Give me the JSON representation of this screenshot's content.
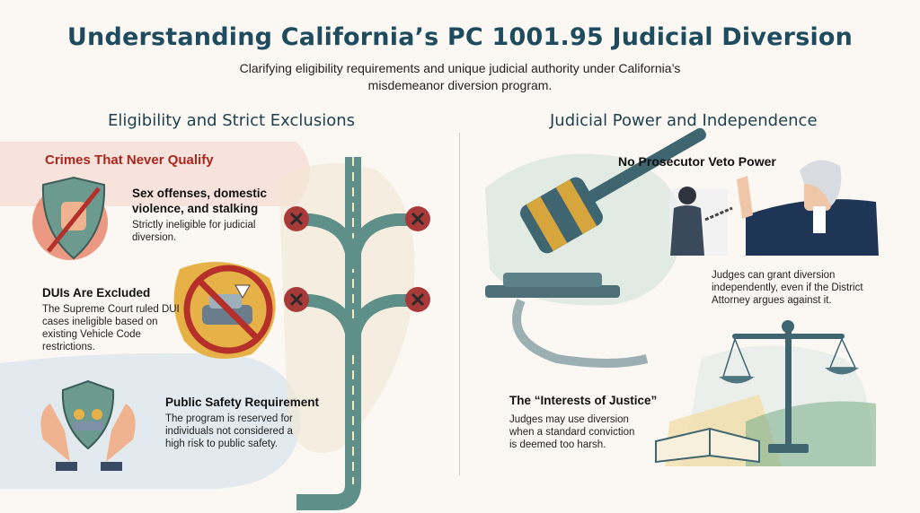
{
  "header": {
    "title": "Understanding California’s PC 1001.95 Judicial Diversion",
    "subtitle": "Clarifying eligibility requirements and unique judicial authority under California’s misdemeanor diversion program."
  },
  "left": {
    "heading": "Eligibility and Strict Exclusions",
    "banner": "Crimes That Never Qualify",
    "items": [
      {
        "title": "Sex offenses, domestic violence, and stalking",
        "text": "Strictly ineligible for judicial diversion.",
        "icon": "shield-fist-icon"
      },
      {
        "title": "DUIs Are Excluded",
        "text": "The Supreme Court ruled DUI cases ineligible based on existing Vehicle Code restrictions.",
        "icon": "no-drunk-driving-icon"
      },
      {
        "title": "Public Safety Requirement",
        "text": "The program is reserved for individuals not considered a high risk to public safety.",
        "icon": "protective-hands-icon"
      }
    ]
  },
  "right": {
    "heading": "Judicial Power and Independence",
    "items": [
      {
        "title": "No Prosecutor Veto Power",
        "text": "Judges can grant diversion independently, even if the District Attorney argues against it.",
        "icon": "gavel-icon"
      },
      {
        "title": "The “Interests of Justice”",
        "text": "Judges may use diversion when a standard conviction is deemed too harsh.",
        "icon": "scales-of-justice-icon"
      }
    ]
  },
  "colors": {
    "title": "#1e4b5e",
    "banner_text": "#a8281f",
    "road": "#5e8f88",
    "blocked": "#a83a3a"
  }
}
